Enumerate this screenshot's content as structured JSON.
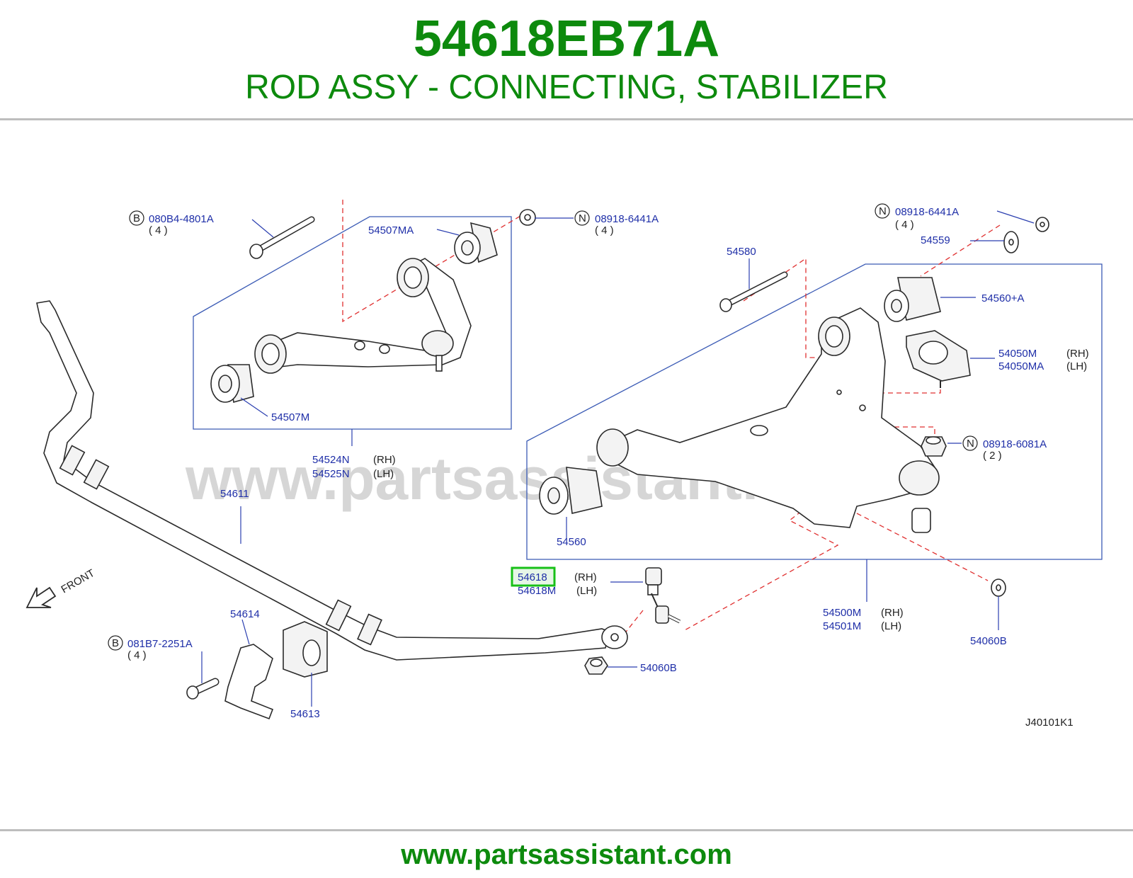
{
  "header": {
    "part_number": "54618EB71A",
    "part_name": "ROD ASSY - CONNECTING, STABILIZER"
  },
  "footer": {
    "url": "www.partsassistant.com"
  },
  "watermark": "www.partsassistant.com",
  "diagram_code": "J40101K1",
  "front_label": "FRONT",
  "colors": {
    "title_green": "#0d8a0d",
    "label_blue": "#1f2fa8",
    "highlight": "#18c018",
    "dash_red": "#e03030"
  },
  "highlighted_part": "54618",
  "callouts": {
    "b1_letter": "B",
    "b1_part": "080B4-4801A",
    "b1_qty": "( 4 )",
    "n1_letter": "N",
    "n1_part": "08918-6441A",
    "n1_qty": "( 4 )",
    "n2_letter": "N",
    "n2_part": "08918-6441A",
    "n2_qty": "( 4 )",
    "n3_letter": "N",
    "n3_part": "08918-6081A",
    "n3_qty": "( 2 )",
    "b2_letter": "B",
    "b2_part": "081B7-2251A",
    "b2_qty": "( 4 )",
    "p54507MA": "54507MA",
    "p54507M": "54507M",
    "p54524N": "54524N",
    "p54524N_side": "(RH)",
    "p54525N": "54525N",
    "p54525N_side": "(LH)",
    "p54611": "54611",
    "p54580": "54580",
    "p54559": "54559",
    "p54560A": "54560+A",
    "p54050M": "54050M",
    "p54050M_side": "(RH)",
    "p54050MA": "54050MA",
    "p54050MA_side": "(LH)",
    "p54560": "54560",
    "p54618": "54618",
    "p54618_side": "(RH)",
    "p54618M": "54618M",
    "p54618M_side": "(LH)",
    "p54500M": "54500M",
    "p54500M_side": "(RH)",
    "p54501M": "54501M",
    "p54501M_side": "(LH)",
    "p54060B_a": "54060B",
    "p54060B_b": "54060B",
    "p54614": "54614",
    "p54613": "54613"
  }
}
